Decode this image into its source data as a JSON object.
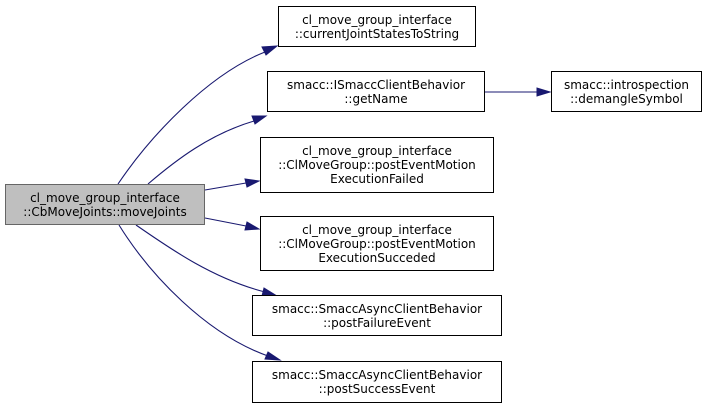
{
  "colors": {
    "edge": "#191970",
    "root_fill": "#bfbfbf",
    "node_fill": "#ffffff",
    "border": "#000000"
  },
  "nodes": {
    "root": {
      "line1": "cl_move_group_interface",
      "line2": "::CbMoveJoints::moveJoints"
    },
    "current_joint_states": {
      "line1": "cl_move_group_interface",
      "line2": "::currentJointStatesToString"
    },
    "get_name": {
      "line1": "smacc::ISmaccClientBehavior",
      "line2": "::getName"
    },
    "demangle_symbol": {
      "line1": "smacc::introspection",
      "line2": "::demangleSymbol"
    },
    "post_event_failed": {
      "line1": "cl_move_group_interface",
      "line2": "::ClMoveGroup::postEventMotion",
      "line3": "ExecutionFailed"
    },
    "post_event_succeded": {
      "line1": "cl_move_group_interface",
      "line2": "::ClMoveGroup::postEventMotion",
      "line3": "ExecutionSucceded"
    },
    "post_failure_event": {
      "line1": "smacc::SmaccAsyncClientBehavior",
      "line2": "::postFailureEvent"
    },
    "post_success_event": {
      "line1": "smacc::SmaccAsyncClientBehavior",
      "line2": "::postSuccessEvent"
    }
  }
}
